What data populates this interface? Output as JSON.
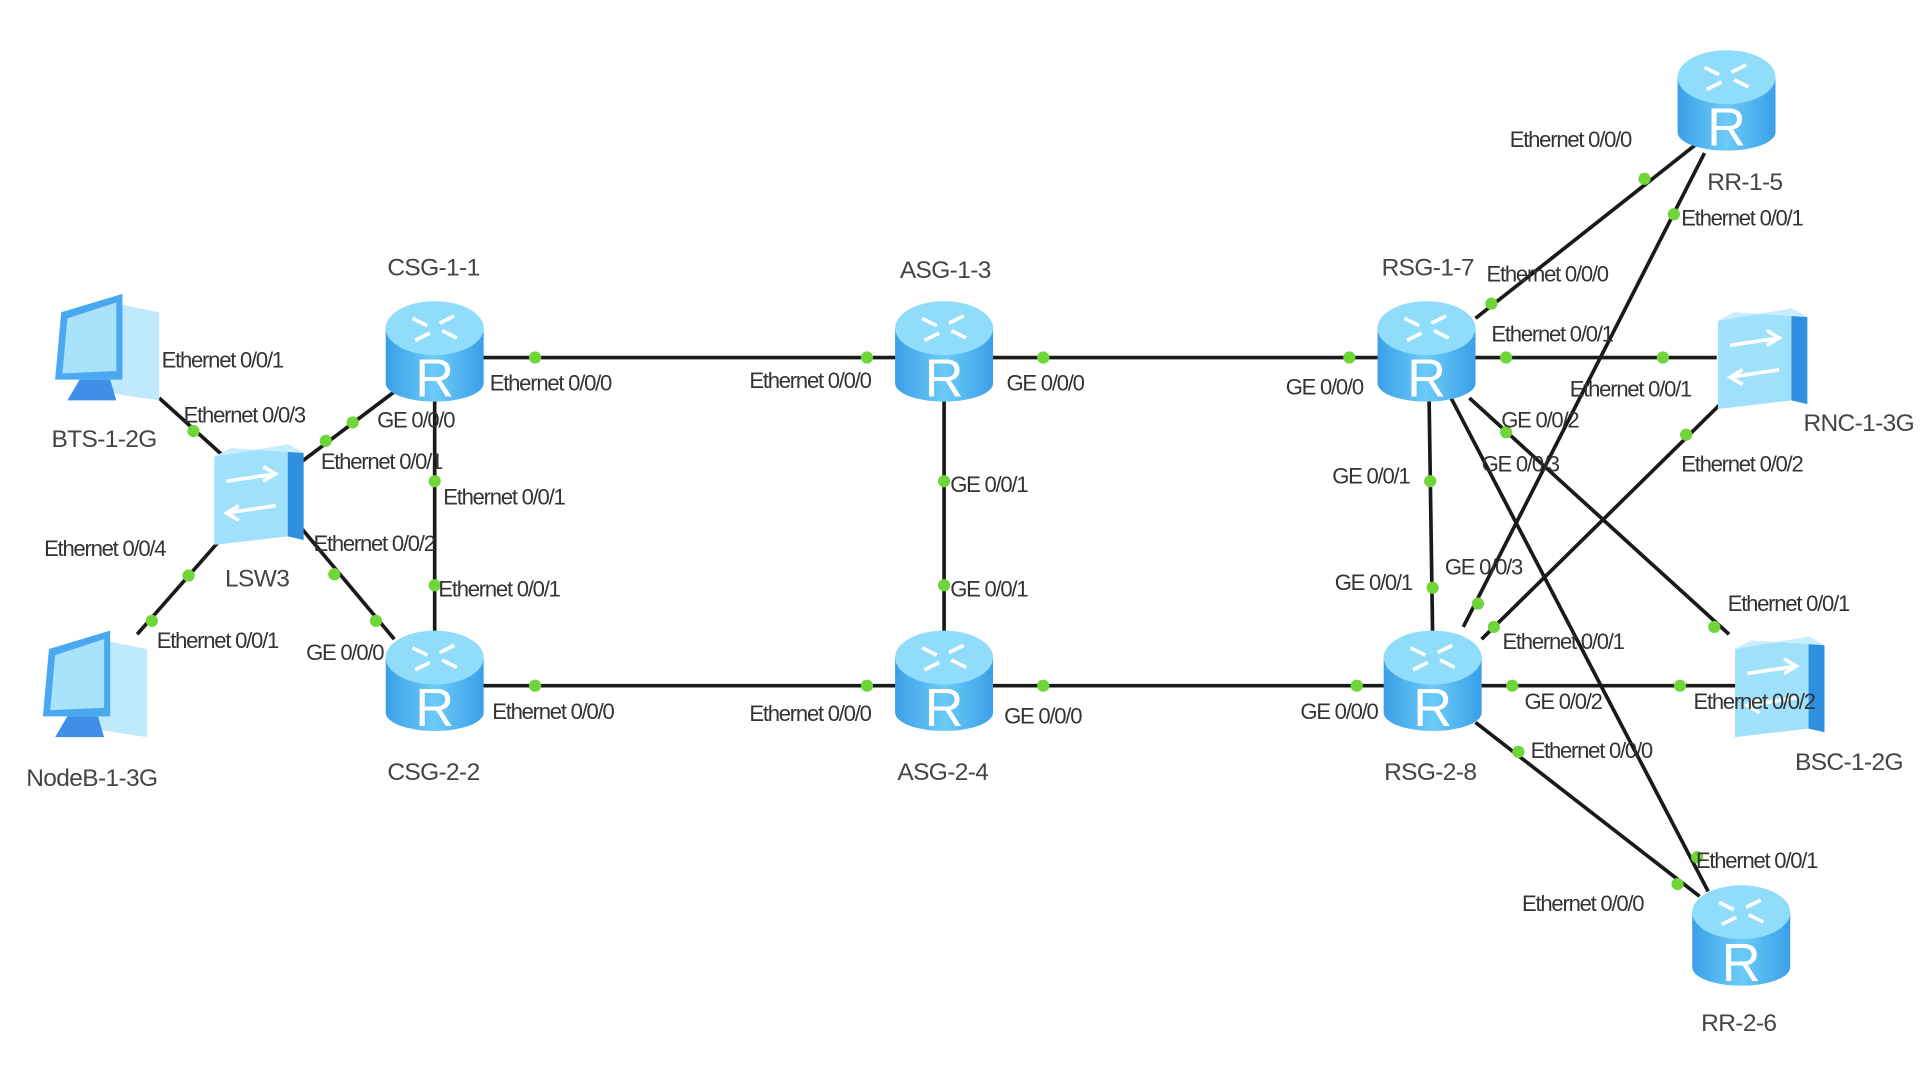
{
  "diagram_title": "",
  "colors": {
    "link": "#1a1a1a",
    "port_dot": "#6fd63a",
    "device": "#4fb4f0"
  },
  "nodes": {
    "bts": "BTS-1-2G",
    "nodeb": "NodeB-1-3G",
    "lsw3": "LSW3",
    "csg11": "CSG-1-1",
    "csg22": "CSG-2-2",
    "asg13": "ASG-1-3",
    "asg24": "ASG-2-4",
    "rsg17": "RSG-1-7",
    "rsg28": "RSG-2-8",
    "rr15": "RR-1-5",
    "rr26": "RR-2-6",
    "rnc": "RNC-1-3G",
    "bsc": "BSC-1-2G"
  },
  "ports": [
    "Ethernet 0/0/1",
    "Ethernet 0/0/3",
    "Ethernet 0/0/1",
    "GE 0/0/0",
    "Ethernet 0/0/0",
    "Ethernet 0/0/1",
    "Ethernet 0/0/2",
    "Ethernet 0/0/4",
    "Ethernet 0/0/1",
    "Ethernet 0/0/1",
    "GE 0/0/0",
    "Ethernet 0/0/0",
    "Ethernet 0/0/0",
    "GE 0/0/0",
    "GE 0/0/1",
    "GE 0/0/1",
    "Ethernet 0/0/0",
    "GE 0/0/0",
    "GE 0/0/0",
    "GE 0/0/0",
    "GE 0/0/1",
    "GE 0/0/1",
    "Ethernet 0/0/0",
    "Ethernet 0/0/1",
    "Ethernet 0/0/0",
    "Ethernet 0/0/1",
    "Ethernet 0/0/1",
    "GE 0/0/2",
    "GE 0/0/3",
    "Ethernet 0/0/2",
    "GE 0/0/3",
    "Ethernet 0/0/1",
    "Ethernet 0/0/1",
    "GE 0/0/2",
    "Ethernet 0/0/2",
    "Ethernet 0/0/0",
    "Ethernet 0/0/1",
    "Ethernet 0/0/0"
  ]
}
